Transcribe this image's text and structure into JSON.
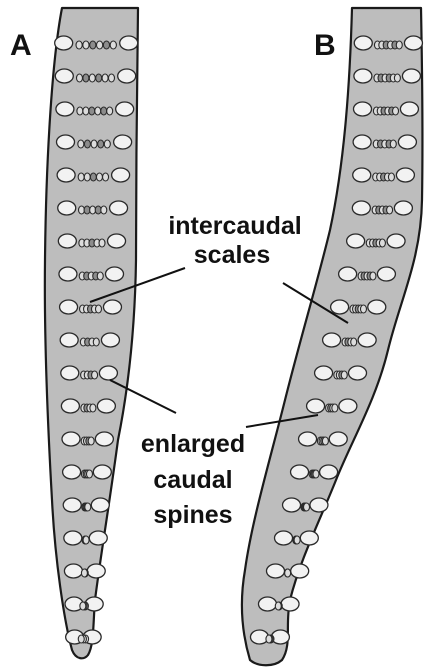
{
  "panels": {
    "a": {
      "letter": "A"
    },
    "b": {
      "letter": "B"
    }
  },
  "callouts": {
    "intercaudal": {
      "lines": [
        "intercaudal",
        "scales"
      ]
    },
    "enlarged": {
      "lines": [
        "enlarged",
        "caudal",
        "spines"
      ]
    }
  },
  "colors": {
    "tail_fill": "#bdbdbd",
    "outline": "#1a1a1a",
    "spine_fill": "#f2f2f2",
    "scale_dark": "#8c8c8c",
    "text": "#111111"
  }
}
